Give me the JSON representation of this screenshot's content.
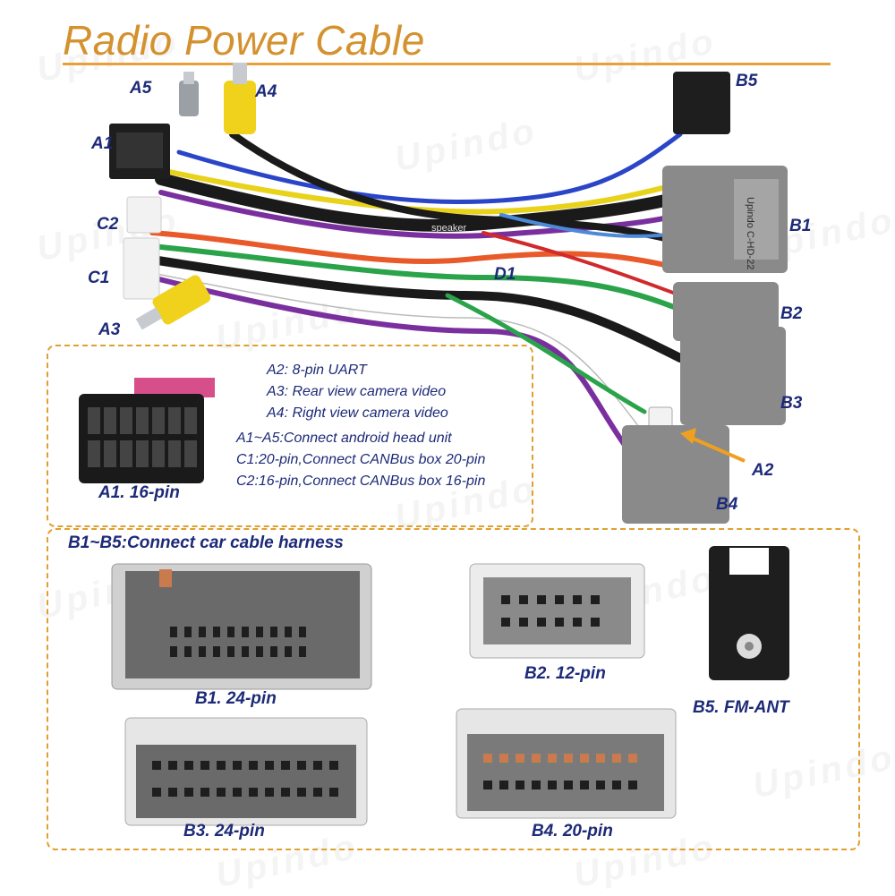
{
  "title": "Radio Power Cable",
  "watermark": "Upindo",
  "harness_labels": {
    "a5": "A5",
    "a4": "A4",
    "a1": "A1",
    "c2": "C2",
    "c1": "C1",
    "a3": "A3",
    "b5": "B5",
    "b1": "B1",
    "d1": "D1",
    "b2": "B2",
    "b3": "B3",
    "a2": "A2",
    "b4": "B4"
  },
  "connector_print": {
    "b1_label": "Upindo C-HD-22",
    "speaker_tag": "speaker"
  },
  "notes": [
    "A2: 8-pin UART",
    "A3: Rear view camera video",
    "A4: Right view camera video",
    "A1~A5:Connect android head unit",
    "C1:20-pin,Connect CANBus box 20-pin",
    "C2:16-pin,Connect CANBus box 16-pin"
  ],
  "a1_caption": "A1. 16-pin",
  "section_title": "B1~B5:Connect car cable harness",
  "captions": {
    "b1": "B1. 24-pin",
    "b2": "B2. 12-pin",
    "b5": "B5. FM-ANT",
    "b3": "B3. 24-pin",
    "b4": "B4. 20-pin"
  },
  "colors": {
    "title": "#d4922e",
    "label": "#1d2a78",
    "dashed_border": "#e0a030",
    "connector_grey": "#8a8a8a"
  }
}
